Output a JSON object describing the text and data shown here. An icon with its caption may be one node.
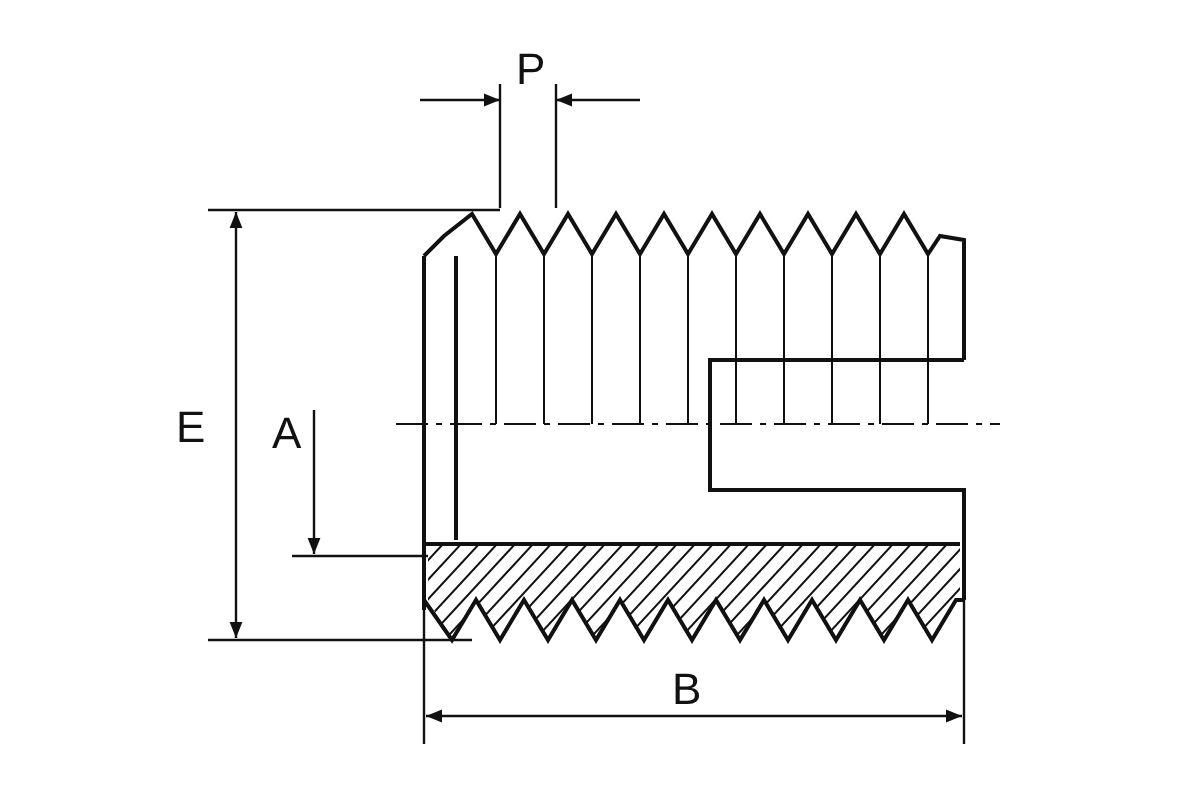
{
  "diagram": {
    "labels": [
      "P",
      "E",
      "A",
      "B"
    ]
  }
}
